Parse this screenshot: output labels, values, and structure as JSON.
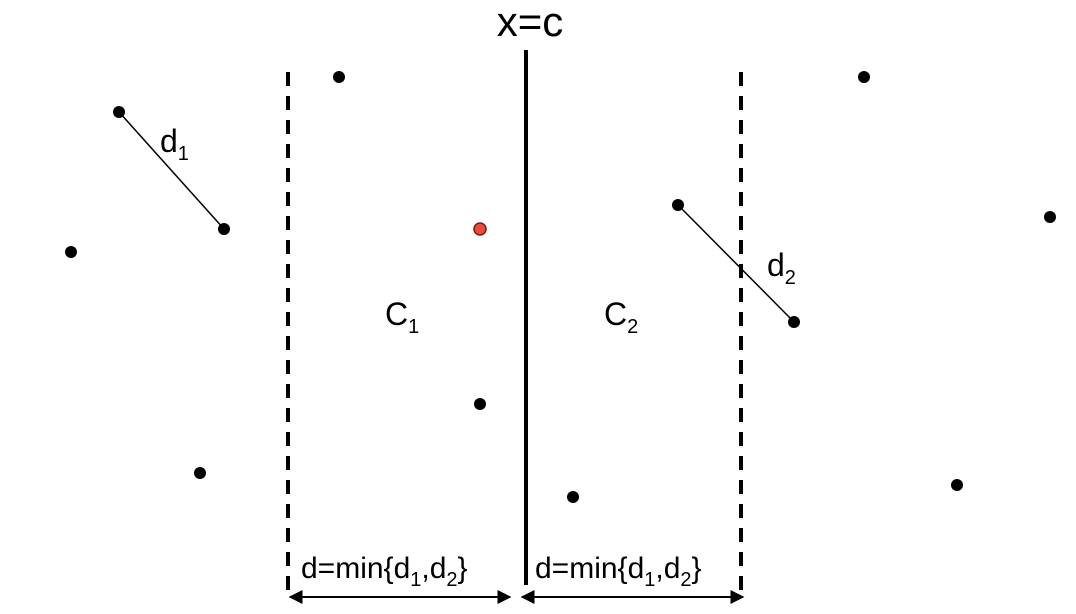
{
  "dividing_line": {
    "label": "x=c"
  },
  "regions": {
    "left": {
      "name": "C",
      "sub": "1"
    },
    "right": {
      "name": "C",
      "sub": "2"
    }
  },
  "distances": {
    "d1": {
      "name": "d",
      "sub": "1"
    },
    "d2": {
      "name": "d",
      "sub": "2"
    }
  },
  "strip_width": {
    "prefix": "d=min{d",
    "sub1": "1",
    "comma": ",d",
    "sub2": "2",
    "suffix": "}"
  },
  "colors": {
    "point": "#000000",
    "highlight_point": "#e74c3c",
    "highlight_stroke": "#7a1a10",
    "line": "#000000"
  }
}
